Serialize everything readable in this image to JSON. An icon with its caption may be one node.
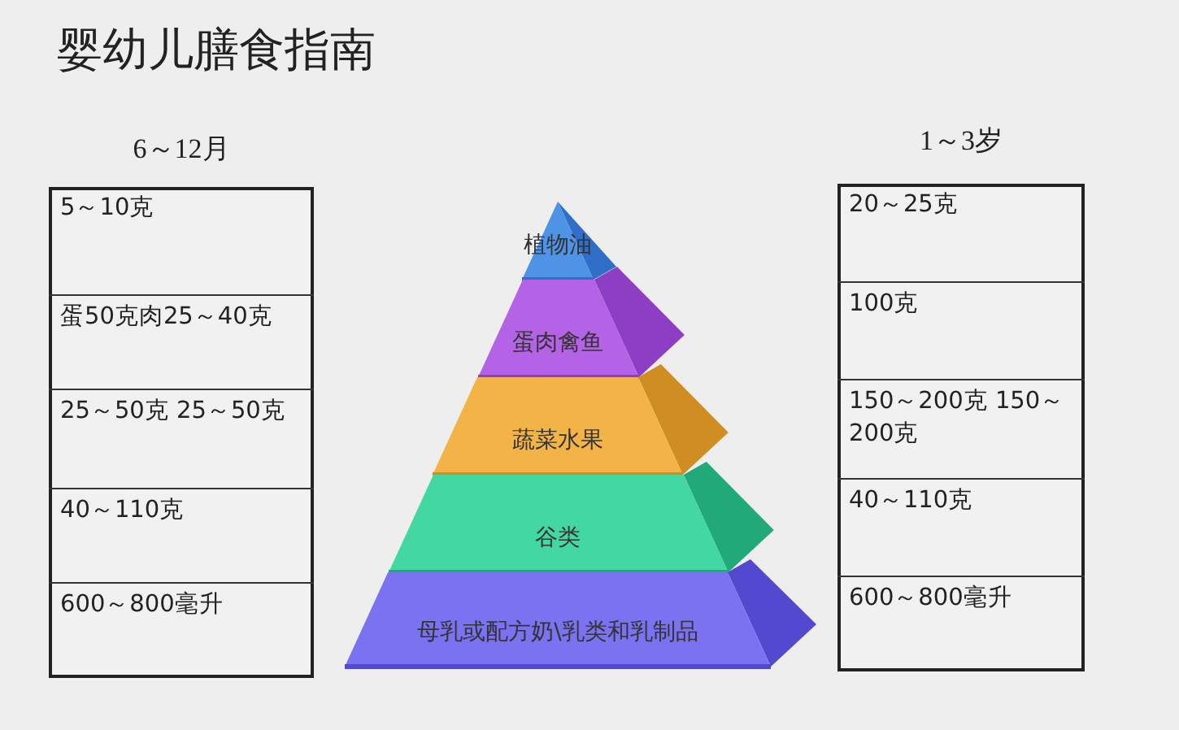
{
  "diagram": {
    "title": "婴幼儿膳食指南",
    "nodes": [
      {
        "text": [
          "6～12月"
        ]
      },
      {
        "text": [
          "5～10克"
        ],
        "in": 0
      },
      {
        "text": [
          "蛋50克肉25～40克"
        ],
        "in": 0
      },
      {
        "text": [
          "25～50克 25～50克"
        ],
        "in": 0
      },
      {
        "text": [
          "40～110克"
        ],
        "in": 0
      },
      {
        "text": [
          "600～800毫升"
        ],
        "in": 0
      },
      {
        "text": [
          "植物油"
        ]
      },
      {
        "text": [
          "蛋肉禽鱼"
        ]
      },
      {
        "text": [
          "蔬菜水果"
        ]
      },
      {
        "text": [
          "谷类"
        ]
      },
      {
        "text": [
          "母乳或配方奶\\乳类和乳制品"
        ]
      },
      {
        "text": [
          "1～3岁"
        ]
      },
      {
        "text": [
          "20～25克"
        ],
        "in": 11
      },
      {
        "text": [
          "100克"
        ],
        "in": 11
      },
      {
        "text": [
          "150～200克 150～200克"
        ],
        "in": 11
      },
      {
        "text": [
          "40～110克"
        ],
        "in": 11
      },
      {
        "text": [
          "600～800毫升"
        ],
        "in": 11
      }
    ],
    "edges": []
  }
}
